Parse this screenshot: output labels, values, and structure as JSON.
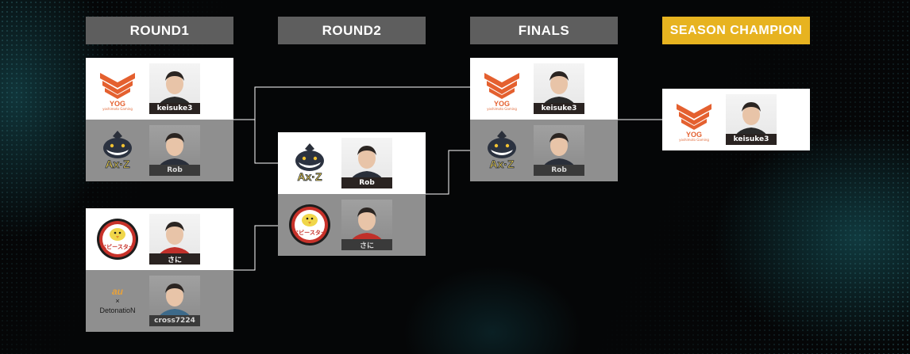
{
  "headers": {
    "round1": "ROUND1",
    "round2": "ROUND2",
    "finals": "FINALS",
    "champion": "SEASON CHAMPION"
  },
  "teams": {
    "yog": {
      "logo_icon": "yog-shield-logo",
      "logo_text": "YOG",
      "logo_sub": "yoshimoto Gaming",
      "color": "#e4602f"
    },
    "axiz": {
      "logo_icon": "axiz-shark-logo",
      "logo_text": "Ax·Z"
    },
    "babystar": {
      "logo_icon": "babystar-chicken-logo",
      "logo_text": "ベビースター"
    },
    "detonation": {
      "logo_icon": "au-detonation-logo",
      "logo_au": "au",
      "logo_x": "×",
      "logo_text": "DetonatioN"
    }
  },
  "round1": [
    {
      "player": "keisuke3",
      "team": "yog",
      "status": "winner"
    },
    {
      "player": "Rob",
      "team": "axiz",
      "status": "loser"
    },
    {
      "player": "さに",
      "team": "babystar",
      "status": "winner"
    },
    {
      "player": "cross7224",
      "team": "detonation",
      "status": "loser"
    }
  ],
  "round2": [
    {
      "player": "Rob",
      "team": "axiz",
      "status": "winner"
    },
    {
      "player": "さに",
      "team": "babystar",
      "status": "loser"
    }
  ],
  "finals": [
    {
      "player": "keisuke3",
      "team": "yog",
      "status": "winner"
    },
    {
      "player": "Rob",
      "team": "axiz",
      "status": "loser"
    }
  ],
  "champion": {
    "player": "keisuke3",
    "team": "yog"
  },
  "colors": {
    "header_bg": "#5e5e5e",
    "champion_bg": "#e7b320",
    "winner_bg": "#ffffff",
    "loser_bg": "#8f8f8f",
    "connector": "#ffffff"
  }
}
